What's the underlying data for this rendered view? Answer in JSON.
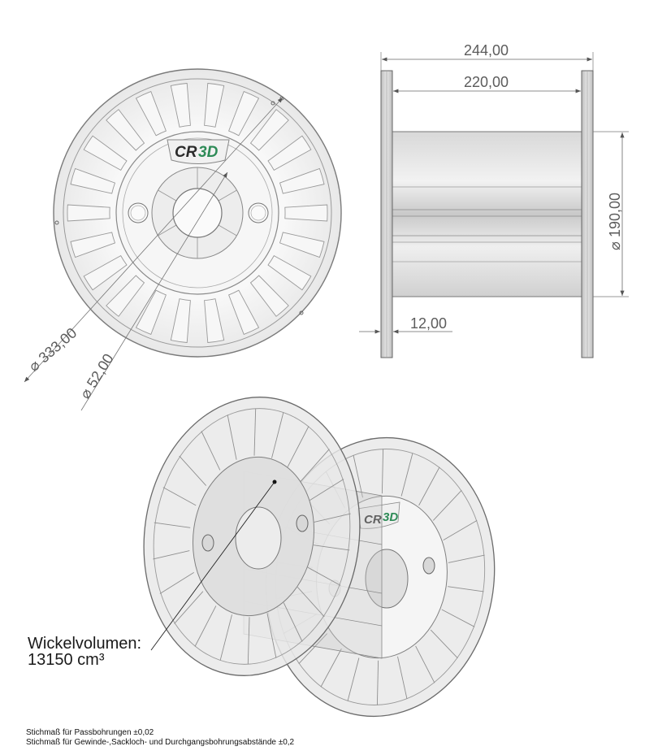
{
  "logo": {
    "text_left": "CR",
    "text_right": "3D",
    "accent": "#2e8b57"
  },
  "dimensions": {
    "overall_width": "244,00",
    "inner_width": "220,00",
    "core_diameter": "190,00",
    "flange_thickness": "12,00",
    "outer_diameter": "333,00",
    "bore_diameter": "52,00",
    "diameter_symbol": "⌀"
  },
  "annotation": {
    "line1": "Wickelvolumen:",
    "line2": "13150 cm³"
  },
  "notes": {
    "line1": "Stichmaß für Passbohrungen ±0,02",
    "line2": "Stichmaß für Gewinde-,Sackloch- und Durchgangsbohrungsabstände ±0,2"
  },
  "colors": {
    "line": "#6a6a6a",
    "fill_light": "#f4f4f4",
    "fill_mid": "#e2e2e2",
    "fill_dark": "#cfcfcf"
  }
}
